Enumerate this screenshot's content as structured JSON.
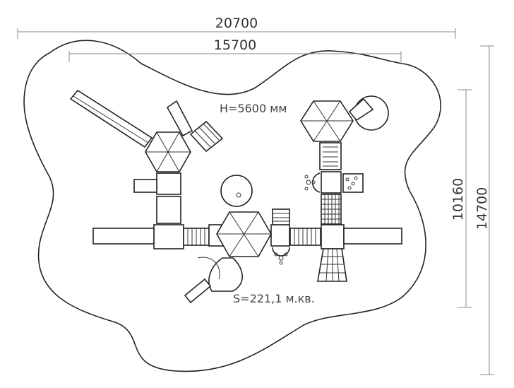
{
  "dimensions": {
    "outer_width": "20700",
    "inner_width": "15700",
    "inner_height": "10160",
    "outer_height": "14700"
  },
  "labels": {
    "height": "H=5600 мм",
    "area": "S=221,1 м.кв."
  },
  "colors": {
    "line": "#222222",
    "dimension": "#888888"
  }
}
